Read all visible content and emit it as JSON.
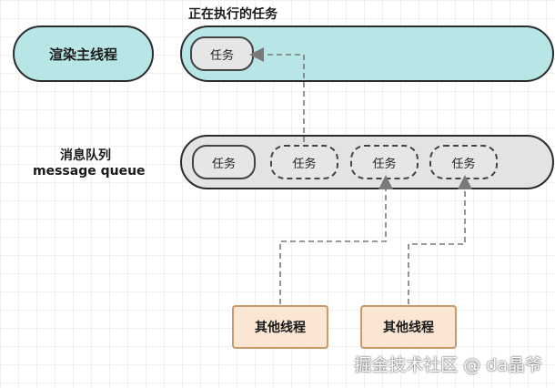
{
  "running_title": "正在执行的任务",
  "render_thread": "渲染主线程",
  "queue_label_cn": "消息队列",
  "queue_label_en": "message queue",
  "running_task": "任务",
  "queue_tasks": [
    "任务",
    "任务",
    "任务",
    "任务"
  ],
  "other_threads": [
    "其他线程",
    "其他线程"
  ],
  "watermark": "掘金技术社区 @ da晶爷",
  "colors": {
    "teal_fill": "#b8e6e6",
    "queue_fill": "#e3e3e3",
    "other_fill": "#fae6d2",
    "other_border": "#c79a6a",
    "arrow": "#7a7a7a"
  }
}
